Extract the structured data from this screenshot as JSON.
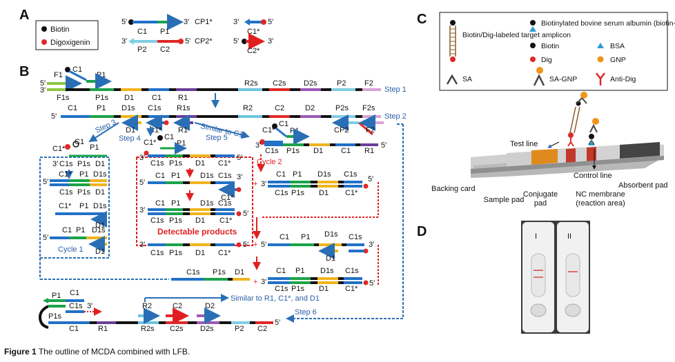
{
  "panels": {
    "a": "A",
    "b": "B",
    "c": "C",
    "d": "D"
  },
  "a": {
    "legend": {
      "biotin": "Biotin",
      "dig": "Digoxigenin"
    },
    "cp1": {
      "end5": "5′",
      "end3": "3′",
      "c1": "C1",
      "p1": "P1",
      "name": "CP1*"
    },
    "cp2": {
      "end3": "3′",
      "end5": "5′",
      "p2": "P2",
      "c2": "C2",
      "name": "CP2*"
    },
    "c1s": {
      "end3": "3′",
      "end5": "5′",
      "label": "C1*"
    },
    "c2s": {
      "end5": "5′",
      "end3": "3′",
      "label": "C2*"
    }
  },
  "b": {
    "top": {
      "f1": "F1",
      "c1": "C1",
      "p1": "P1",
      "r2s": "R2s",
      "c2s": "C2s",
      "d2s": "D2s",
      "p2": "P2",
      "f2": "F2",
      "f1s": "F1s",
      "p1s": "P1s",
      "d1": "D1",
      "c1b": "C1",
      "r1": "R1",
      "s5": "5′",
      "s3": "3′",
      "step1": "Step 1"
    },
    "row2": {
      "c1": "C1",
      "p1": "P1",
      "d1s": "D1s",
      "c1s": "C1s",
      "r1s": "R1s",
      "r2": "R2",
      "c2": "C2",
      "d2": "D2",
      "p2s": "P2s",
      "f2s": "F2s",
      "end5": "5′",
      "step2": "Step 2",
      "d1": "D1",
      "c1star": "C1*",
      "r1": "R1",
      "cp2": "CP2",
      "f2": "F2"
    },
    "steps": {
      "step3": "Step 3",
      "step4": "Step 4",
      "step5": "Step 5",
      "similar_c1": "Similar to C1*",
      "step6": "Step 6",
      "similar_r1": "Similar to R1, C1*, and D1"
    },
    "left_loop": {
      "c1star": "C1*",
      "c1": "C1",
      "c1s": "C1s",
      "p1s": "P1s",
      "d1": "D1",
      "p1": "P1",
      "d1s": "D1s",
      "five": "5′",
      "three": "3′",
      "cycle1": "Cycle 1"
    },
    "mid": {
      "c1star": "C1*",
      "c1": "C1",
      "p1": "P1",
      "c1s": "C1s",
      "p1s": "P1s",
      "d1": "D1",
      "d1s": "D1s",
      "five": "5′",
      "three": "3′",
      "cycle2": "Cycle 2",
      "detectable": "Detectable products"
    },
    "right": {
      "c1": "C1",
      "p1": "P1",
      "c1s": "C1s",
      "p1s": "P1s",
      "d1": "D1",
      "c1b": "C1",
      "r1": "R1",
      "d1s": "D1s",
      "c1star": "C1*",
      "five": "5′",
      "three": "3′",
      "plus": "+"
    },
    "bottom": {
      "p1": "P1",
      "c1": "C1",
      "c1s": "C1s",
      "p1s": "P1s",
      "r1": "R1",
      "r2": "R2",
      "c2": "C2",
      "d2": "D2",
      "r2s": "R2s",
      "c2s": "C2s",
      "d2s": "D2s",
      "p2": "P2",
      "c2b": "C2",
      "three": "3′",
      "five": "5′"
    }
  },
  "c": {
    "legend": {
      "amplicon": "Biotin/Dig-labeled target amplicon",
      "bsa_biotin": "Biotinylated bovine serum albumin (biotin-BSA)",
      "biotin": "Biotin",
      "bsa": "BSA",
      "dig": "Dig",
      "gnp": "GNP",
      "sa": "SA",
      "sa_gnp": "SA-GNP",
      "anti_dig": "Anti-Dig"
    },
    "strip": {
      "test_line": "Test line",
      "control_line": "Control line",
      "backing_card": "Backing card",
      "absorbent_pad": "Absorbent pad",
      "sample_pad": "Sample pad",
      "conjugate_pad": "Conjugate pad",
      "nc_membrane": "NC membrane (reaction area)"
    }
  },
  "d": {
    "strip1": "I",
    "strip2": "II"
  },
  "caption": {
    "figure": "Figure 1",
    "text": "The outline of MCDA combined with LFB."
  },
  "colors": {
    "F": "#8cc63f",
    "P1": "#1aa34a",
    "D": "#f0b41c",
    "C1": "#2171c7",
    "R1": "#6a3d9a",
    "R2": "#6cc5dc",
    "C2": "#e02828",
    "D2": "#9b59b6",
    "P2": "#7fcde4",
    "F2": "#d8a3d6",
    "black": "#111111",
    "blue_arrow": "#2a6fb5",
    "red_arrow": "#e02020"
  }
}
